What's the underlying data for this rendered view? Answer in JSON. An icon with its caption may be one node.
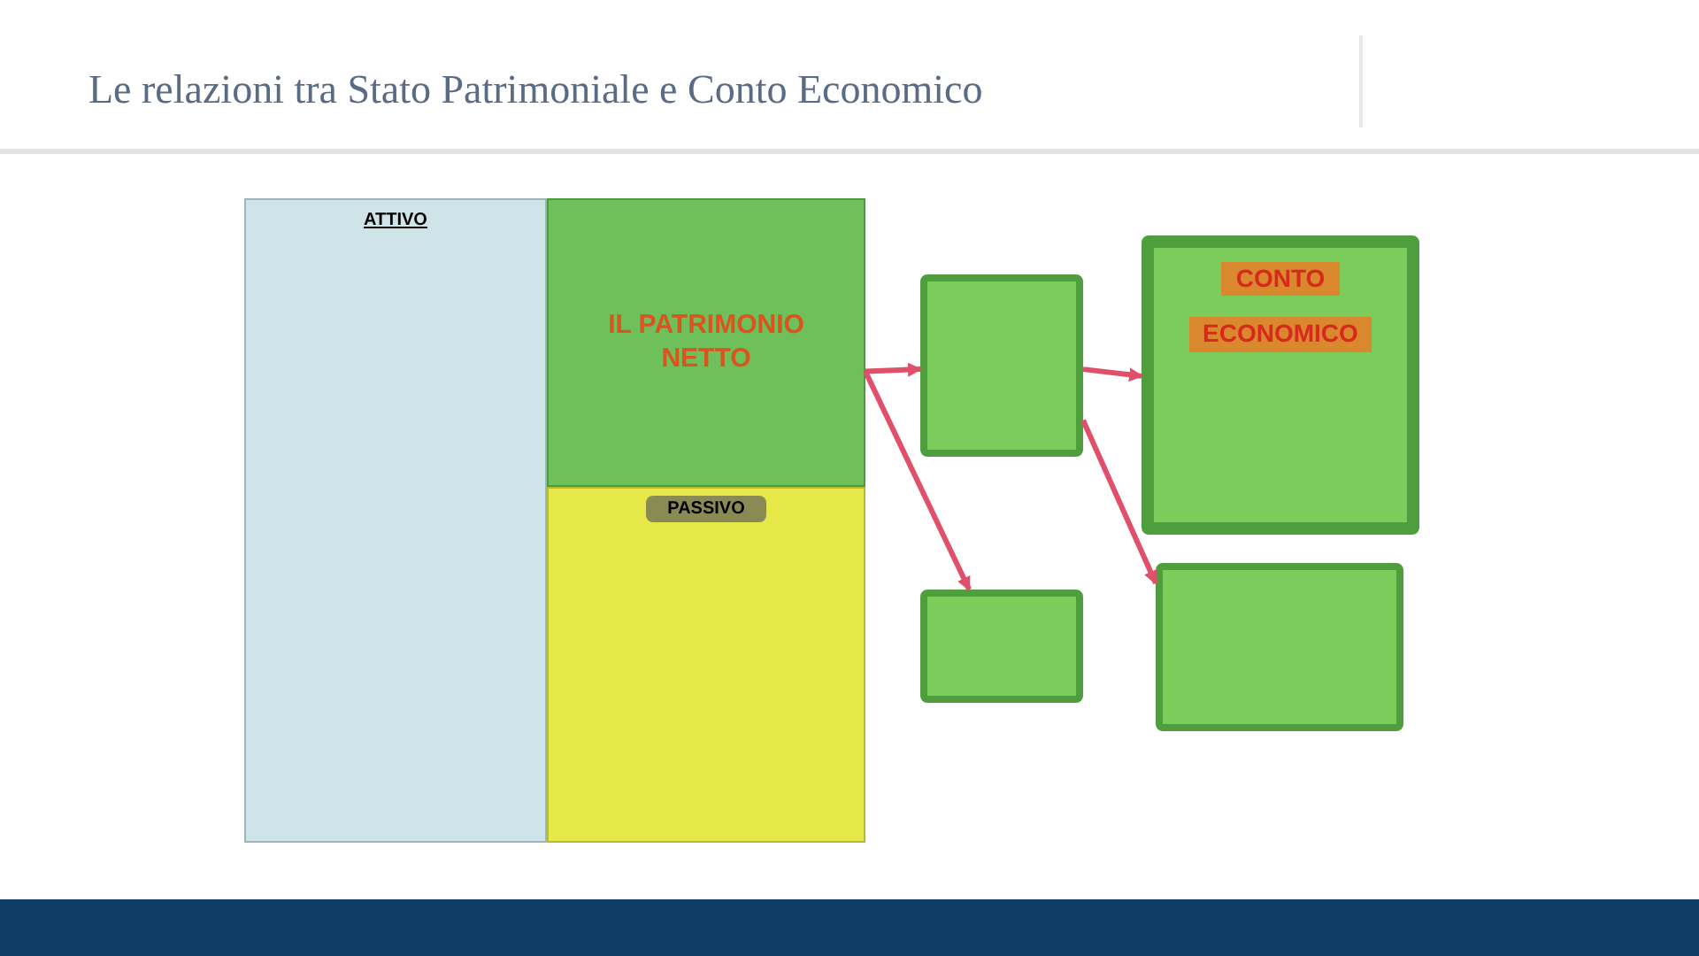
{
  "diagram": {
    "title": "Le relazioni tra Stato Patrimoniale e Conto Economico",
    "nodes": [
      {
        "text": [
          "ATTIVO"
        ]
      },
      {
        "text": [
          "IL PATRIMONIO NETTO"
        ]
      },
      {
        "text": [
          "PASSIVO"
        ]
      },
      {
        "text": [],
        "shape": "box"
      },
      {
        "text": [],
        "shape": "box"
      },
      {
        "text": [
          "CONTO",
          "ECONOMICO"
        ]
      },
      {
        "text": [],
        "shape": "box"
      }
    ],
    "edges": [
      {
        "from": 1,
        "to": 3,
        "arrow": "to",
        "color": "#e0506a"
      },
      {
        "from": 1,
        "to": 4,
        "arrow": "to",
        "color": "#e0506a"
      },
      {
        "from": 3,
        "to": 5,
        "arrow": "to",
        "color": "#e0506a"
      },
      {
        "from": 3,
        "to": 6,
        "arrow": "to",
        "color": "#e0506a"
      }
    ]
  }
}
